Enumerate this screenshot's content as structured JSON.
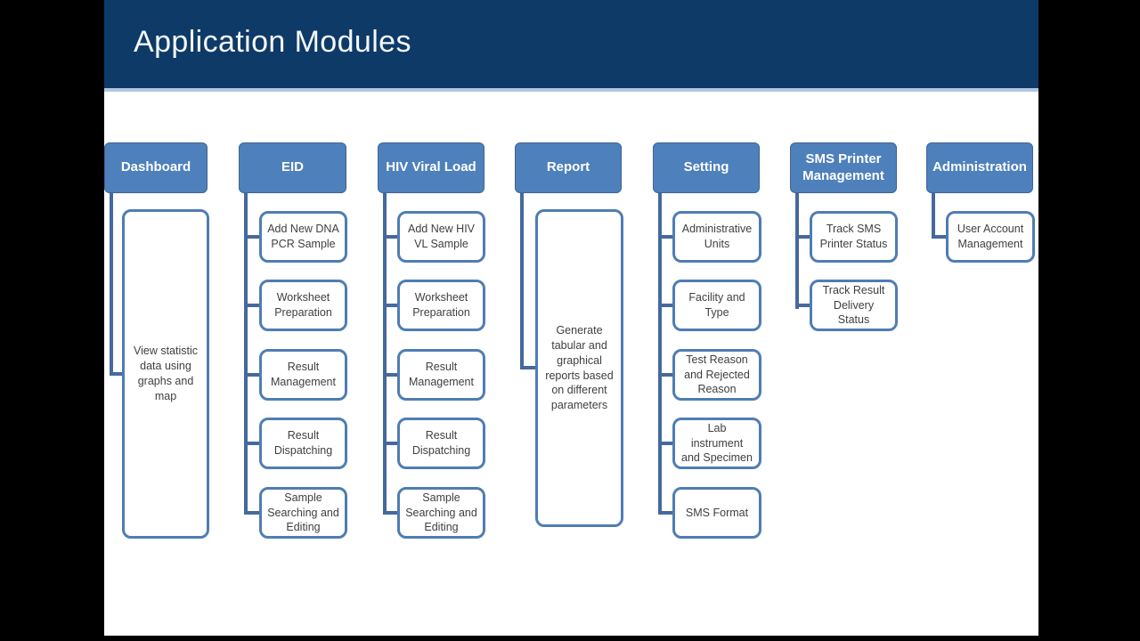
{
  "slide": {
    "title": "Application Modules"
  },
  "colors": {
    "frame": "#000000",
    "banner_bg": "#0E3A67",
    "banner_underline": "#B3C6DF",
    "module_fill": "#4E80BC",
    "module_text": "#FFFFFF",
    "child_border": "#4F7DB3",
    "child_text": "#3F3F3F",
    "connector": "#45699E"
  },
  "diagram": {
    "columns": [
      {
        "title": "Dashboard",
        "children": [
          "View statistic data using graphs and map"
        ]
      },
      {
        "title": "EID",
        "children": [
          "Add New DNA PCR Sample",
          "Worksheet Preparation",
          "Result Management",
          "Result Dispatching",
          "Sample Searching and Editing"
        ]
      },
      {
        "title": "HIV Viral Load",
        "children": [
          "Add New HIV VL Sample",
          "Worksheet Preparation",
          "Result Management",
          "Result Dispatching",
          "Sample Searching and Editing"
        ]
      },
      {
        "title": "Report",
        "children": [
          "Generate tabular and graphical reports based on different parameters"
        ]
      },
      {
        "title": "Setting",
        "children": [
          "Administrative Units",
          "Facility and Type",
          "Test Reason and Rejected Reason",
          "Lab instrument and Specimen",
          "SMS Format"
        ]
      },
      {
        "title": "SMS Printer Management",
        "children": [
          "Track SMS Printer Status",
          "Track Result Delivery Status"
        ]
      },
      {
        "title": "Administration",
        "children": [
          "User Account Management"
        ]
      }
    ]
  }
}
